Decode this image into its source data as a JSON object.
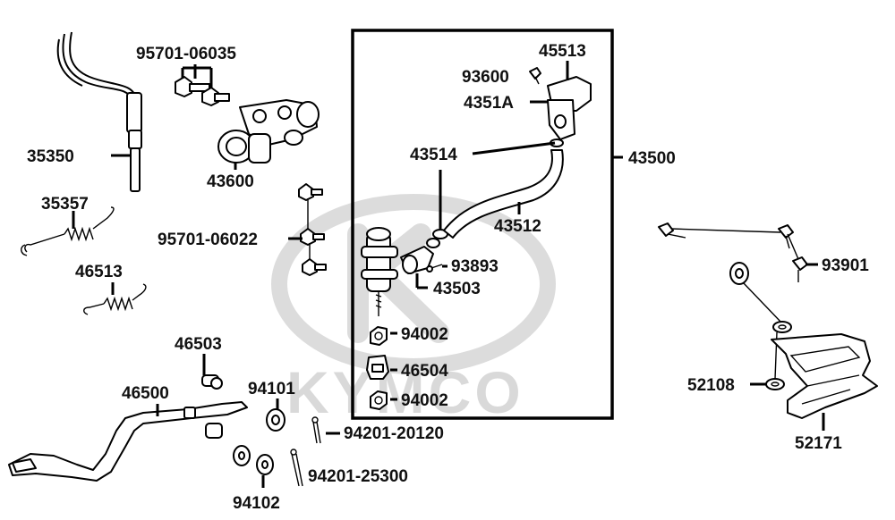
{
  "watermark": "KYMCO",
  "parts": {
    "p95701_06035": "95701-06035",
    "p35350": "35350",
    "p43600": "43600",
    "p35357": "35357",
    "p95701_06022": "95701-06022",
    "p46513": "46513",
    "p46503": "46503",
    "p46500": "46500",
    "p94101": "94101",
    "p94201_20120": "94201-20120",
    "p94102": "94102",
    "p94201_25300": "94201-25300",
    "p45513": "45513",
    "p93600": "93600",
    "p4351A": "4351A",
    "p43514": "43514",
    "p43500": "43500",
    "p43512": "43512",
    "p93893": "93893",
    "p43503": "43503",
    "p94002_a": "94002",
    "p46504": "46504",
    "p94002_b": "94002",
    "p93901": "93901",
    "p52108": "52108",
    "p52171": "52171"
  }
}
